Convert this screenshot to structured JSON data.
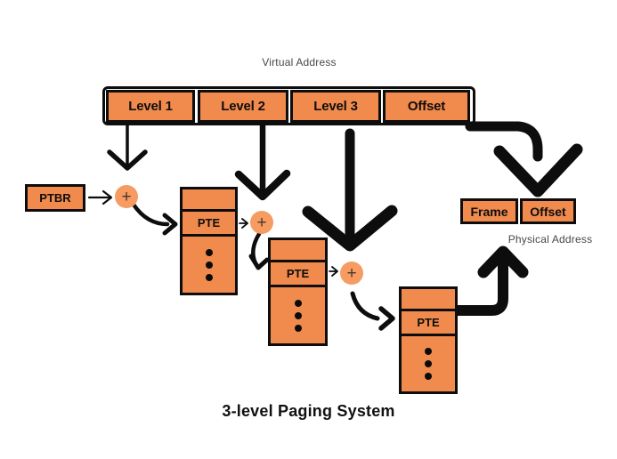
{
  "colors": {
    "box_fill": "#F18A4D",
    "adder_fill": "#F69B61",
    "line_black": "#0d0d0d",
    "muted_text": "#474747"
  },
  "labels": {
    "virtual_address": "Virtual Address",
    "physical_address": "Physical Address",
    "title": "3-level Paging System",
    "ptbr": "PTBR",
    "plus": "+"
  },
  "virtual_address_fields": [
    {
      "label": "Level 1"
    },
    {
      "label": "Level 2"
    },
    {
      "label": "Level 3"
    },
    {
      "label": "Offset"
    }
  ],
  "page_tables": [
    {
      "entry": "PTE"
    },
    {
      "entry": "PTE"
    },
    {
      "entry": "PTE"
    }
  ],
  "physical_address_fields": [
    {
      "label": "Frame"
    },
    {
      "label": "Offset"
    }
  ]
}
